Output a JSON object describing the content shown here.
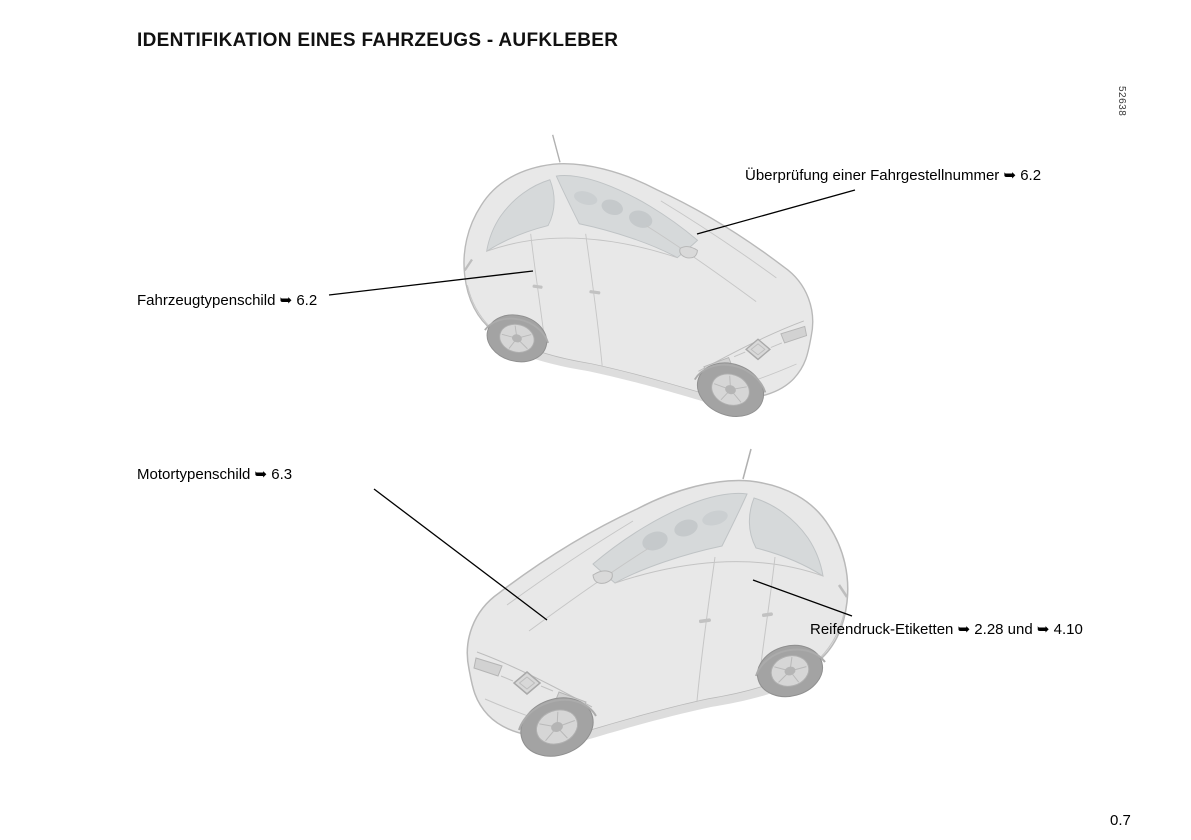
{
  "page": {
    "title": "IDENTIFIKATION EINES FAHRZEUGS - AUFKLEBER",
    "figure_ref": "52638",
    "page_number": "0.7"
  },
  "callouts": {
    "vin_check": "Überprüfung einer Fahrgestellnummer ➥ 6.2",
    "vehicle_type_plate": "Fahrzeugtypenschild ➥ 6.2",
    "engine_type_plate": "Motortypenschild ➥ 6.3",
    "tyre_pressure": "Reifendruck-Etiketten ➥ 2.28 und ➥ 4.10"
  },
  "illustrations": {
    "top": "car-three-quarter-front-view-facing-right",
    "bottom": "car-three-quarter-front-view-facing-left"
  },
  "colors": {
    "text": "#000000",
    "leader_line": "#000000",
    "car_body": "#e8e8e8",
    "car_outline": "#b9b9b9",
    "car_glass": "#d6d9da"
  }
}
